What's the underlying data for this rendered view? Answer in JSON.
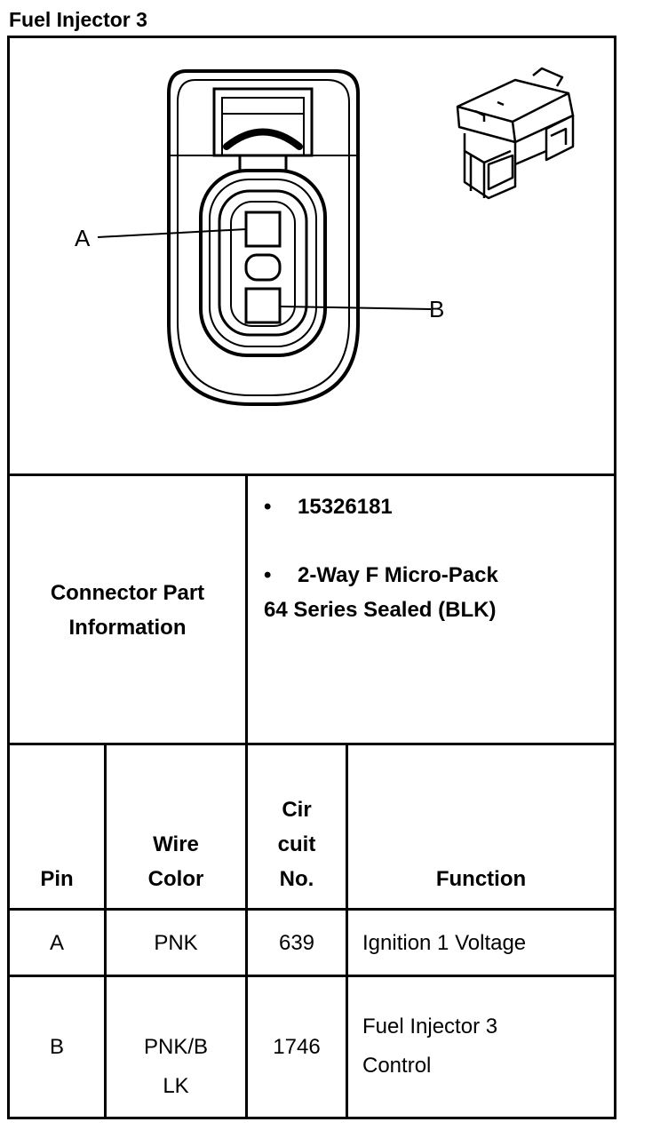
{
  "title": "Fuel Injector 3",
  "diagram": {
    "pin_a_label": "A",
    "pin_b_label": "B"
  },
  "connector_info": {
    "label_line1": "Connector Part",
    "label_line2": "Information",
    "bullet": "•",
    "part_number": "15326181",
    "description_line1": "2-Way F Micro-Pack",
    "description_line2": "64 Series Sealed (BLK)"
  },
  "table": {
    "headers": {
      "pin": "Pin",
      "wire_color_line1": "Wire",
      "wire_color_line2": "Color",
      "circuit_line1": "Cir",
      "circuit_line2": "cuit",
      "circuit_line3": "No.",
      "function": "Function"
    },
    "rows": [
      {
        "pin": "A",
        "color_line1": "PNK",
        "color_line2": "",
        "circuit": "639",
        "function_line1": "Ignition 1 Voltage",
        "function_line2": ""
      },
      {
        "pin": "B",
        "color_line1": "PNK/B",
        "color_line2": "LK",
        "circuit": "1746",
        "function_line1": "Fuel Injector 3",
        "function_line2": "Control"
      }
    ]
  }
}
